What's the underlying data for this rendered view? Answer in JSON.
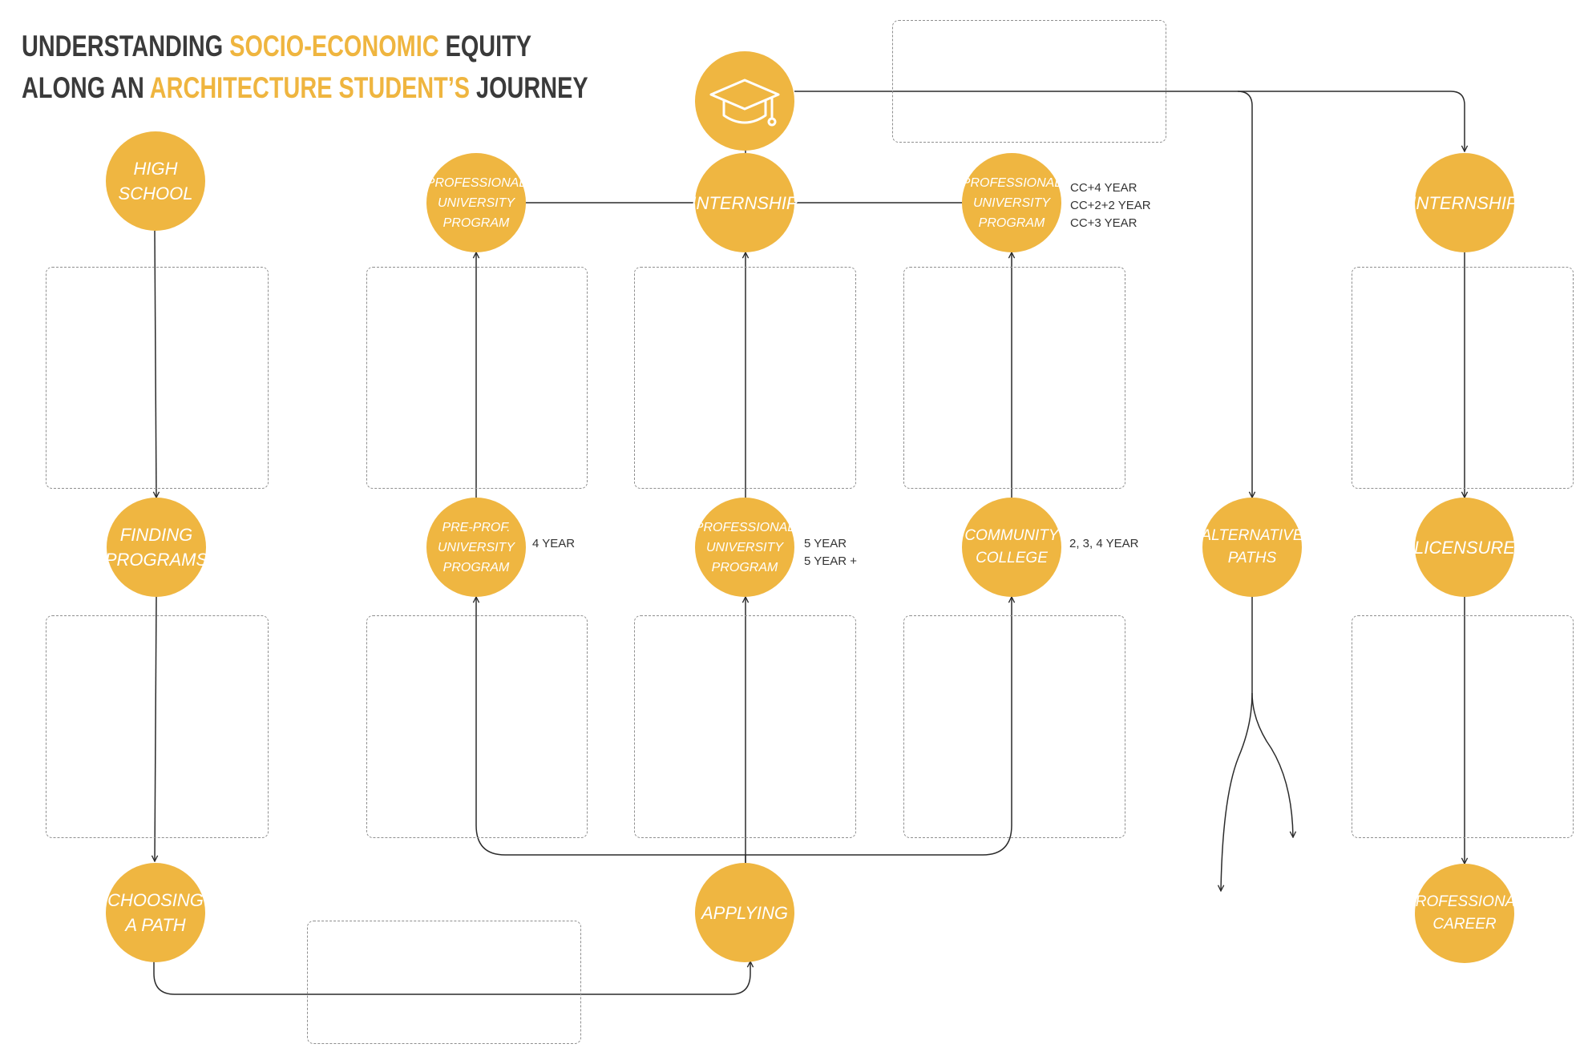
{
  "title": {
    "line1_a": "UNDERSTANDING ",
    "line1_b": "SOCIO-ECONOMIC",
    "line1_c": " EQUITY",
    "line2_a": "ALONG AN ",
    "line2_b": "ARCHITECTURE STUDENT’S",
    "line2_c": " JOURNEY"
  },
  "nodes": {
    "high_school": "HIGH SCHOOL",
    "finding_programs": "FINDING\nPROGRAMS",
    "choosing_a_path": "CHOOSING\nA PATH",
    "applying": "APPLYING",
    "pre_prof_program": "PRE-PROF.\nUNIVERSITY\nPROGRAM",
    "professional_program_5yr": "PROFESSIONAL\nUNIVERSITY\nPROGRAM",
    "community_college": "COMMUNITY\nCOLLEGE",
    "professional_program_left": "PROFESSIONAL\nUNIVERSITY\nPROGRAM",
    "internship_center": "INTERNSHIP",
    "professional_program_right": "PROFESSIONAL\nUNIVERSITY\nPROGRAM",
    "alternative_paths": "ALTERNATIVE\nPATHS",
    "internship_right": "INTERNSHIP",
    "licensure": "LICENSURE",
    "professional_career": "PROFESSIONAL\nCAREER"
  },
  "notes": {
    "pre_prof_duration": "4 YEAR",
    "professional_duration": "5 YEAR\n5 YEAR +",
    "community_college_duration": "2, 3, 4 YEAR",
    "transfer_options": "CC+4 YEAR\nCC+2+2 YEAR\nCC+3 YEAR"
  },
  "icons": {
    "graduation": "graduation-cap-icon"
  },
  "colors": {
    "node_fill": "#efb641",
    "title_highlight": "#efb53f",
    "title_text": "#3a3a3a",
    "connector": "#2b2b2b",
    "box_border": "#8f8f8f"
  }
}
